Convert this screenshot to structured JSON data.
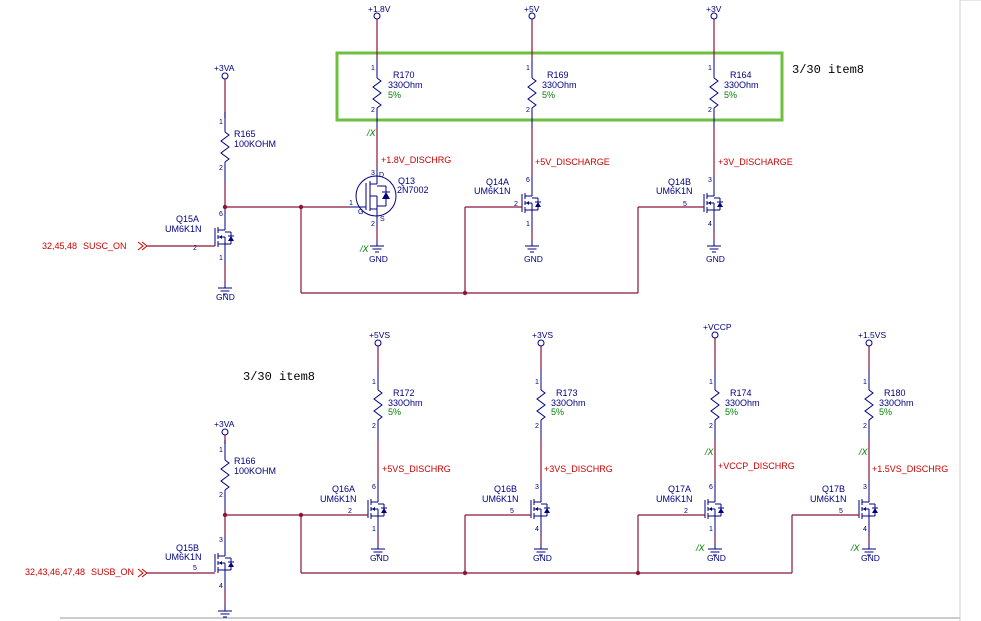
{
  "annotations": {
    "note_top": "3/30 item8",
    "note_bottom": "3/30 item8"
  },
  "colors": {
    "wire": "#8a1538",
    "component": "#000080",
    "net_label": "#cc0000",
    "tolerance": "#008000",
    "highlight": "#6fbf3f"
  },
  "power_rails": {
    "p1v8": "+1.8V",
    "p5v": "+5V",
    "p3v": "+3V",
    "p3va_top": "+3VA",
    "p5vs": "+5VS",
    "p3vs": "+3VS",
    "vccp": "+VCCP",
    "p1v5s": "+1.5VS",
    "p3va_bottom": "+3VA"
  },
  "ground_label": "GND",
  "no_connect": "X",
  "resistors": {
    "r170": {
      "ref": "R170",
      "value": "330Ohm",
      "tol": "5%",
      "p1": "1",
      "p2": "2"
    },
    "r169": {
      "ref": "R169",
      "value": "330Ohm",
      "tol": "5%",
      "p1": "1",
      "p2": "2"
    },
    "r164": {
      "ref": "R164",
      "value": "330Ohm",
      "tol": "5%",
      "p1": "1",
      "p2": "2"
    },
    "r165": {
      "ref": "R165",
      "value": "100KOHM",
      "p1": "1",
      "p2": "2"
    },
    "r172": {
      "ref": "R172",
      "value": "330Ohm",
      "tol": "5%",
      "p1": "1",
      "p2": "2"
    },
    "r173": {
      "ref": "R173",
      "value": "330Ohm",
      "tol": "5%",
      "p1": "1",
      "p2": "2"
    },
    "r174": {
      "ref": "R174",
      "value": "330Ohm",
      "tol": "5%",
      "p1": "1",
      "p2": "2"
    },
    "r180": {
      "ref": "R180",
      "value": "330Ohm",
      "tol": "5%",
      "p1": "1",
      "p2": "2"
    },
    "r166": {
      "ref": "R166",
      "value": "100KOHM",
      "p1": "1",
      "p2": "2"
    }
  },
  "transistors": {
    "q13": {
      "ref": "Q13",
      "value": "2N7002",
      "pin_g": "1",
      "pin_d": "3",
      "pin_s": "2",
      "lbl_g": "G",
      "lbl_d": "D",
      "lbl_s": "S"
    },
    "q14a": {
      "ref": "Q14A",
      "value": "UM6K1N",
      "pin_g": "2",
      "pin_d": "6",
      "pin_s": "1"
    },
    "q14b": {
      "ref": "Q14B",
      "value": "UM6K1N",
      "pin_g": "5",
      "pin_d": "3",
      "pin_s": "4"
    },
    "q15a": {
      "ref": "Q15A",
      "value": "UM6K1N",
      "pin_g": "2",
      "pin_d": "6",
      "pin_s": "1"
    },
    "q16a": {
      "ref": "Q16A",
      "value": "UM6K1N",
      "pin_g": "2",
      "pin_d": "6",
      "pin_s": "1"
    },
    "q16b": {
      "ref": "Q16B",
      "value": "UM6K1N",
      "pin_g": "5",
      "pin_d": "3",
      "pin_s": "4"
    },
    "q17a": {
      "ref": "Q17A",
      "value": "UM6K1N",
      "pin_g": "2",
      "pin_d": "6",
      "pin_s": "1"
    },
    "q17b": {
      "ref": "Q17B",
      "value": "UM6K1N",
      "pin_g": "5",
      "pin_d": "3",
      "pin_s": "4"
    },
    "q15b": {
      "ref": "Q15B",
      "value": "UM6K1N",
      "pin_g": "5",
      "pin_d": "3",
      "pin_s": "4"
    }
  },
  "nets": {
    "dis_1v8": "+1.8V_DISCHRG",
    "dis_5v": "+5V_DISCHARGE",
    "dis_3v": "+3V_DISCHARGE",
    "dis_5vs": "+5VS_DISCHRG",
    "dis_3vs": "+3VS_DISCHRG",
    "dis_vccp": "+VCCP_DISCHRG",
    "dis_1v5s": "+1.5VS_DISCHRG",
    "susc_on": "SUSC_ON",
    "susc_refs": "32,45,48",
    "susb_on": "SUSB_ON",
    "susb_refs": "32,43,46,47,48"
  }
}
